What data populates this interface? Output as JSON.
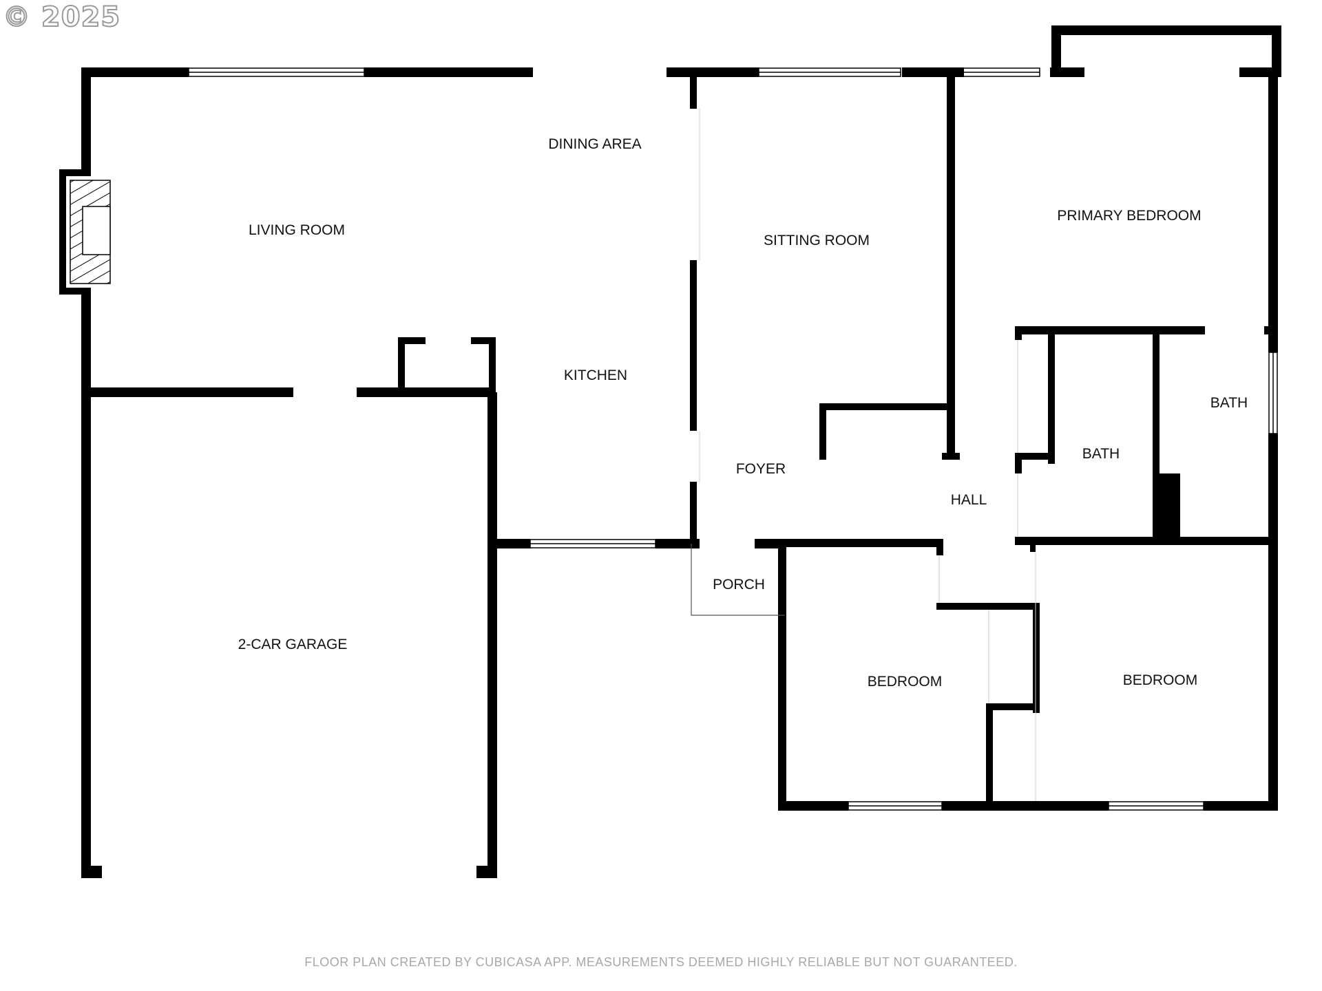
{
  "copyright": "© 2025",
  "footer": "FLOOR PLAN CREATED BY CUBICASA APP. MEASUREMENTS DEEMED HIGHLY RELIABLE BUT NOT GUARANTEED.",
  "rooms": {
    "dining_area": "DINING AREA",
    "living_room": "LIVING ROOM",
    "sitting_room": "SITTING ROOM",
    "primary_bedroom": "PRIMARY BEDROOM",
    "kitchen": "KITCHEN",
    "bath_1": "BATH",
    "bath_2": "BATH",
    "foyer": "FOYER",
    "hall": "HALL",
    "porch": "PORCH",
    "garage": "2-CAR GARAGE",
    "bedroom_1": "BEDROOM",
    "bedroom_2": "BEDROOM"
  },
  "colors": {
    "wall": "#000000",
    "background": "#ffffff",
    "footer_text": "#a8a8a8"
  }
}
